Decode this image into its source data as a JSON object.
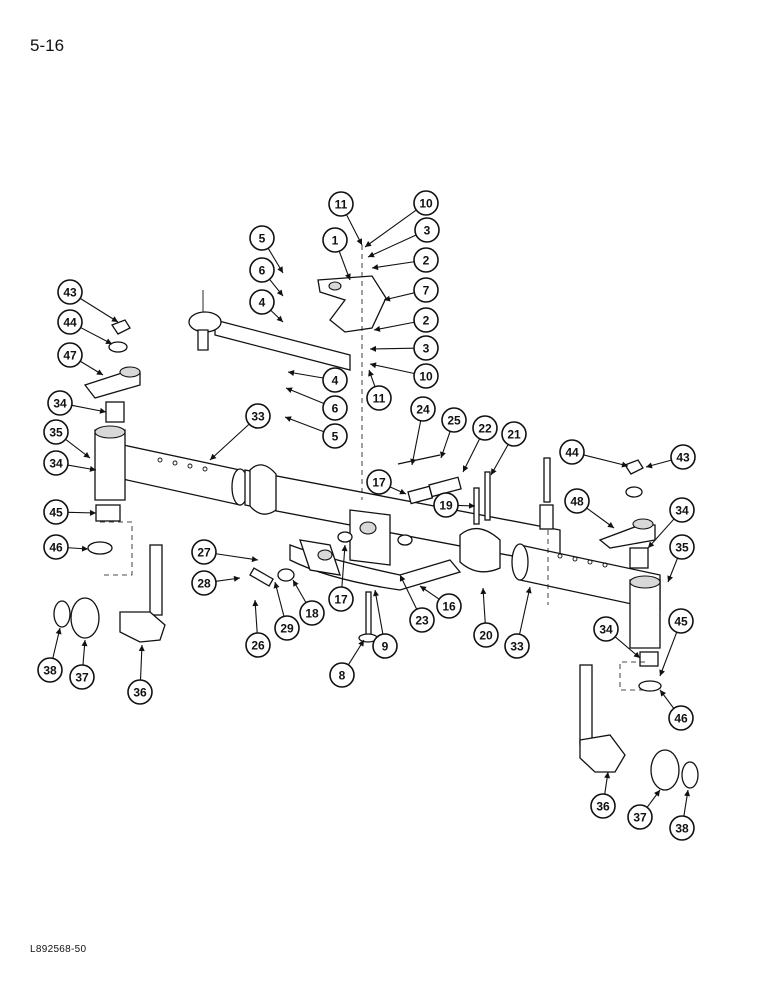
{
  "page_number": "5-16",
  "figure_code": "L892568-50",
  "callouts": [
    {
      "label": "11"
    },
    {
      "label": "10"
    },
    {
      "label": "1"
    },
    {
      "label": "3"
    },
    {
      "label": "5"
    },
    {
      "label": "2"
    },
    {
      "label": "6"
    },
    {
      "label": "7"
    },
    {
      "label": "43"
    },
    {
      "label": "4"
    },
    {
      "label": "2"
    },
    {
      "label": "44"
    },
    {
      "label": "3"
    },
    {
      "label": "47"
    },
    {
      "label": "4"
    },
    {
      "label": "10"
    },
    {
      "label": "11"
    },
    {
      "label": "34"
    },
    {
      "label": "6"
    },
    {
      "label": "24"
    },
    {
      "label": "33"
    },
    {
      "label": "5"
    },
    {
      "label": "25"
    },
    {
      "label": "35"
    },
    {
      "label": "22"
    },
    {
      "label": "21"
    },
    {
      "label": "44"
    },
    {
      "label": "43"
    },
    {
      "label": "34"
    },
    {
      "label": "17"
    },
    {
      "label": "48"
    },
    {
      "label": "19"
    },
    {
      "label": "34"
    },
    {
      "label": "45"
    },
    {
      "label": "46"
    },
    {
      "label": "27"
    },
    {
      "label": "35"
    },
    {
      "label": "28"
    },
    {
      "label": "17"
    },
    {
      "label": "23"
    },
    {
      "label": "16"
    },
    {
      "label": "20"
    },
    {
      "label": "33"
    },
    {
      "label": "18"
    },
    {
      "label": "29"
    },
    {
      "label": "9"
    },
    {
      "label": "26"
    },
    {
      "label": "34"
    },
    {
      "label": "45"
    },
    {
      "label": "8"
    },
    {
      "label": "38"
    },
    {
      "label": "37"
    },
    {
      "label": "36"
    },
    {
      "label": "46"
    },
    {
      "label": "36"
    },
    {
      "label": "37"
    },
    {
      "label": "38"
    }
  ]
}
